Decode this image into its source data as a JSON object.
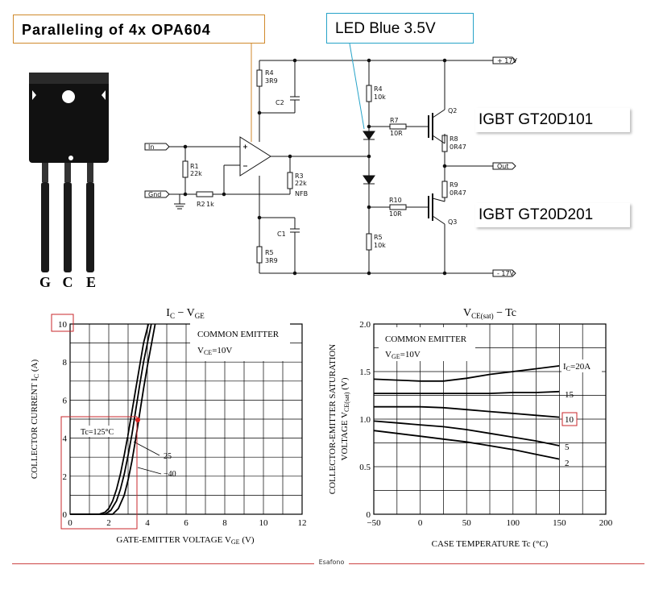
{
  "callouts": {
    "paralleling": "Paralleling of 4x OPA604",
    "led": "LED Blue 3.5V",
    "igbt_top": "IGBT GT20D101",
    "igbt_bottom": "IGBT GT20D201"
  },
  "package": {
    "pins": [
      "G",
      "C",
      "E"
    ]
  },
  "schematic": {
    "ports": {
      "vplus": "+ 17V",
      "vminus": "- 17V",
      "in": "In",
      "gnd": "Gnd",
      "out": "Out"
    },
    "labels": {
      "r4a_name": "R4",
      "r4a_val": "3R9",
      "c2_name": "C2",
      "r1_name": "R1",
      "r1_val": "22k",
      "r2_name": "R2",
      "r2_val": "1k",
      "r3_name": "R3",
      "r3_val": "22k",
      "nfb": "NFB",
      "c1_name": "C1",
      "r5a_name": "R5",
      "r5a_val": "3R9",
      "r4b_name": "R4",
      "r4b_val": "10k",
      "r7_name": "R7",
      "r7_val": "10R",
      "r10_name": "R10",
      "r10_val": "10R",
      "r5b_name": "R5",
      "r5b_val": "10k",
      "r8_name": "R8",
      "r8_val": "0R47",
      "r9_name": "R9",
      "r9_val": "0R47",
      "q2": "Q2",
      "q3": "Q3"
    }
  },
  "chart_data": [
    {
      "type": "line",
      "title_main": "I",
      "title_sub": "C",
      "title_rest": " − V",
      "title_sub2": "GE",
      "xlabel": "GATE-EMITTER VOLTAGE   V",
      "xlabel_sub": "GE",
      "xlabel_unit": "  (V)",
      "ylabel": "COLLECTOR CURRENT   I",
      "ylabel_sub": "C",
      "ylabel_unit": "   (A)",
      "xlim": [
        0,
        12
      ],
      "ylim": [
        0,
        10
      ],
      "xticks": [
        0,
        2,
        4,
        6,
        8,
        10,
        12
      ],
      "yticks": [
        0,
        2,
        4,
        6,
        8,
        10
      ],
      "ytick_labels": [
        "0",
        "2",
        "4",
        "6",
        "8",
        "10"
      ],
      "xtick_labels": [
        "0",
        "2",
        "4",
        "6",
        "8",
        "10",
        "12"
      ],
      "annotation_box": [
        "COMMON EMITTER",
        "V",
        "CE",
        "=10V"
      ],
      "curve_labels": [
        "Tc=125°C",
        "25",
        "−40"
      ],
      "series": [
        {
          "name": "Tc=125°C",
          "x": [
            1.5,
            1.8,
            2.0,
            2.2,
            2.4,
            2.6,
            2.8,
            3.0,
            3.2,
            3.4,
            3.6,
            3.8,
            4.05
          ],
          "y": [
            0,
            0.1,
            0.3,
            0.7,
            1.3,
            2.1,
            3.1,
            4.2,
            5.4,
            6.6,
            7.8,
            9.0,
            10
          ]
        },
        {
          "name": "25",
          "x": [
            1.8,
            2.1,
            2.4,
            2.6,
            2.8,
            3.0,
            3.2,
            3.4,
            3.6,
            3.8,
            4.2
          ],
          "y": [
            0,
            0.2,
            0.7,
            1.3,
            2.1,
            3.1,
            4.2,
            5.5,
            6.8,
            8.0,
            10
          ]
        },
        {
          "name": "−40",
          "x": [
            2.2,
            2.5,
            2.8,
            3.0,
            3.2,
            3.4,
            3.6,
            3.8,
            4.0,
            4.4
          ],
          "y": [
            0,
            0.3,
            1.0,
            1.8,
            2.8,
            4.0,
            5.3,
            6.6,
            7.8,
            10
          ]
        }
      ]
    },
    {
      "type": "line",
      "title_main": "V",
      "title_sub": "CE(sat)",
      "title_rest": " − Tc",
      "xlabel": "CASE TEMPERATURE   Tc   (°C)",
      "ylabel1": "COLLECTOR-EMITTER SATURATION",
      "ylabel2_pre": "VOLTAGE   V",
      "ylabel2_sub": "CE(sat)",
      "ylabel2_unit": "  (V)",
      "xlim": [
        -50,
        200
      ],
      "ylim": [
        0,
        2.0
      ],
      "xticks": [
        -50,
        0,
        50,
        100,
        150,
        200
      ],
      "xtick_labels": [
        "−50",
        "0",
        "50",
        "100",
        "150",
        "200"
      ],
      "yticks": [
        0,
        0.5,
        1.0,
        1.5,
        2.0
      ],
      "ytick_labels": [
        "0",
        "0.5",
        "1.0",
        "1.5",
        "2.0"
      ],
      "annotation_box": [
        "COMMON EMITTER",
        "V",
        "GE",
        "=10V"
      ],
      "curve_labels": [
        "I",
        "C",
        "=20A",
        "15",
        "10",
        "5",
        "2"
      ],
      "series": [
        {
          "name": "I_C=20A",
          "x": [
            -50,
            -25,
            0,
            25,
            50,
            75,
            100,
            125,
            150
          ],
          "y": [
            1.42,
            1.41,
            1.4,
            1.4,
            1.43,
            1.47,
            1.5,
            1.53,
            1.56
          ]
        },
        {
          "name": "15",
          "x": [
            -50,
            -25,
            0,
            25,
            50,
            75,
            100,
            125,
            150
          ],
          "y": [
            1.27,
            1.27,
            1.27,
            1.27,
            1.27,
            1.27,
            1.28,
            1.28,
            1.29
          ]
        },
        {
          "name": "10",
          "x": [
            -50,
            -25,
            0,
            25,
            50,
            75,
            100,
            125,
            150
          ],
          "y": [
            1.13,
            1.13,
            1.13,
            1.12,
            1.1,
            1.08,
            1.06,
            1.04,
            1.02
          ]
        },
        {
          "name": "5",
          "x": [
            -50,
            -25,
            0,
            25,
            50,
            75,
            100,
            125,
            150
          ],
          "y": [
            0.98,
            0.96,
            0.94,
            0.92,
            0.89,
            0.85,
            0.81,
            0.77,
            0.72
          ]
        },
        {
          "name": "2",
          "x": [
            -50,
            -25,
            0,
            25,
            50,
            75,
            100,
            125,
            150
          ],
          "y": [
            0.88,
            0.85,
            0.82,
            0.79,
            0.76,
            0.72,
            0.68,
            0.63,
            0.58
          ]
        }
      ]
    }
  ],
  "footer": "Esafono"
}
